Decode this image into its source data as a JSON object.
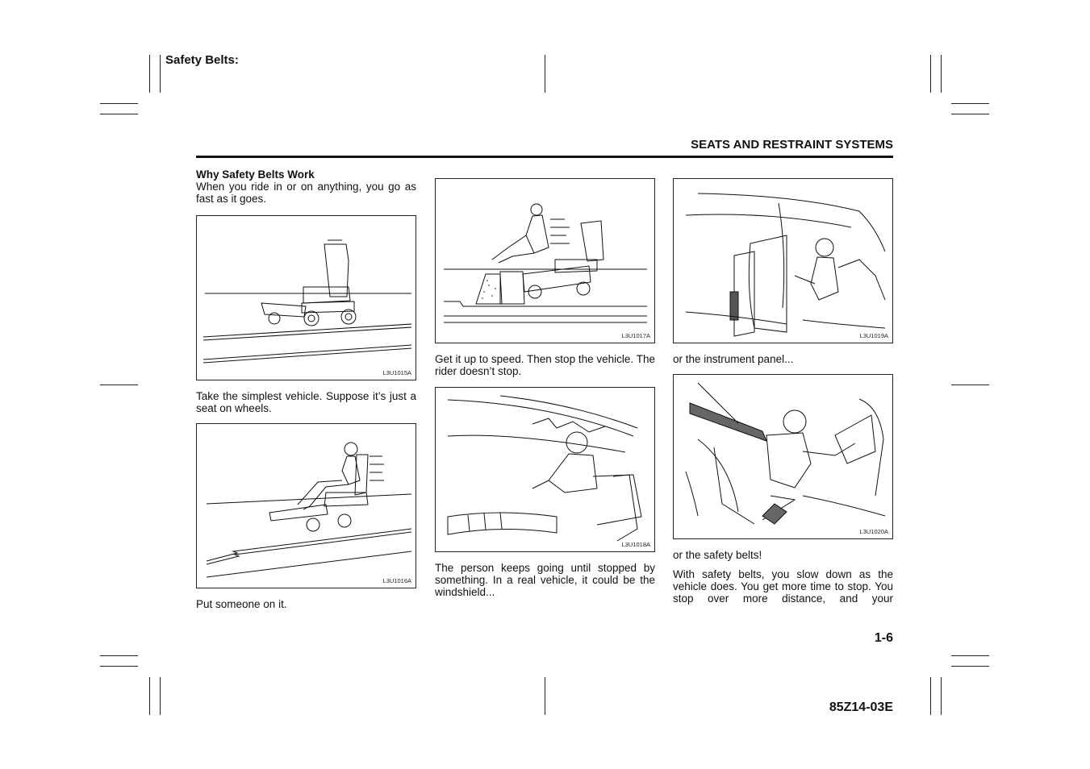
{
  "header": {
    "top_label": "Safety Belts:",
    "section_title": "SEATS AND RESTRAINT SYSTEMS"
  },
  "column1": {
    "heading": "Why Safety Belts Work",
    "intro": "When you ride in or on anything, you go as fast as it goes.",
    "figure1_code": "L3U1015A",
    "caption1": "Take the simplest vehicle. Suppose it’s just a seat on wheels.",
    "figure2_code": "L3U1016A",
    "caption2": "Put someone on it."
  },
  "column2": {
    "figure1_code": "L3U1017A",
    "caption1": "Get it up to speed. Then stop the vehicle. The rider doesn’t stop.",
    "figure2_code": "L3U1018A",
    "caption2": "The person keeps going until stopped by something. In a real vehicle, it could be the windshield..."
  },
  "column3": {
    "figure1_code": "L3U1019A",
    "caption1": "or the instrument panel...",
    "figure2_code": "L3U1020A",
    "caption2": "or the safety belts!",
    "paragraph": "With safety belts, you slow down as the vehicle does. You get more time to stop. You stop over more distance, and your"
  },
  "footer": {
    "page_number": "1-6",
    "document_code": "85Z14-03E"
  }
}
